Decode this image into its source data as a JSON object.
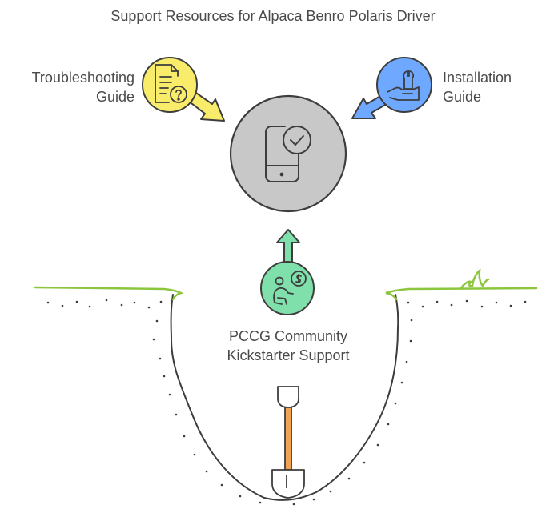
{
  "title": "Support Resources for Alpaca Benro Polaris Driver",
  "nodes": {
    "troubleshooting": {
      "line1": "Troubleshooting",
      "line2": "Guide",
      "color": "#f9ec6b",
      "icon": "document-question-icon"
    },
    "installation": {
      "line1": "Installation",
      "line2": "Guide",
      "color": "#6fa8ff",
      "icon": "wrench-hand-icon"
    },
    "community": {
      "line1": "PCCG Community",
      "line2": "Kickstarter Support",
      "color": "#7fe0ab",
      "icon": "person-donation-icon"
    },
    "center": {
      "color": "#c8c8c8",
      "icon": "phone-check-icon"
    }
  },
  "colors": {
    "grass": "#8cc63f",
    "shovel_handle": "#f0a255",
    "outline": "#3d3d3d"
  }
}
